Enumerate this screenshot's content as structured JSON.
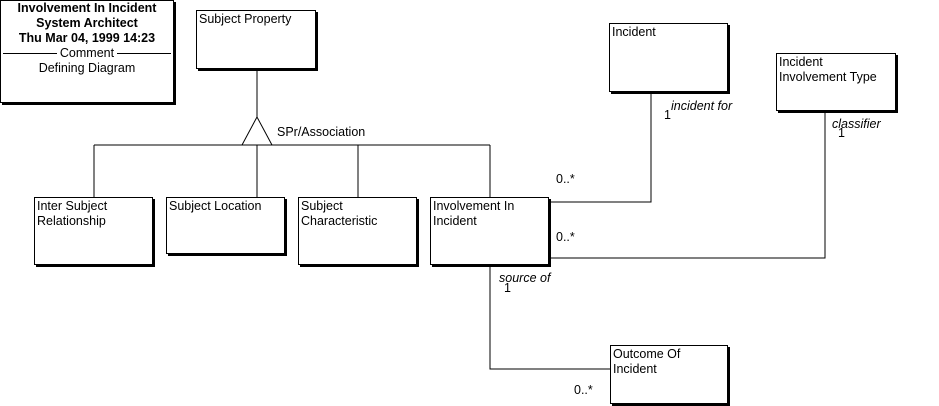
{
  "title_block": {
    "line1": "Involvement In Incident",
    "line2": "System Architect",
    "line3": "Thu Mar 04, 1999  14:23",
    "separator_label": "Comment",
    "comment": "Defining Diagram"
  },
  "entities": {
    "subject_property": "Subject Property",
    "inter_subject_relationship": "Inter Subject\nRelationship",
    "subject_location": "Subject Location",
    "subject_characteristic": "Subject\nCharacteristic",
    "involvement_in_incident": "Involvement In\nIncident",
    "incident": "Incident",
    "incident_involvement_type": "Incident\nInvolvement Type",
    "outcome_of_incident": "Outcome Of\nIncident"
  },
  "generalization": {
    "label": "SPr/Association"
  },
  "relationships": {
    "incident_for": {
      "role": "incident for",
      "mult_one": "1",
      "mult_many": "0..*"
    },
    "classifier": {
      "role": "classifier",
      "mult_one": "1",
      "mult_many": "0..*"
    },
    "source_of": {
      "role": "source of",
      "mult_one": "1",
      "mult_many": "0..*"
    }
  }
}
